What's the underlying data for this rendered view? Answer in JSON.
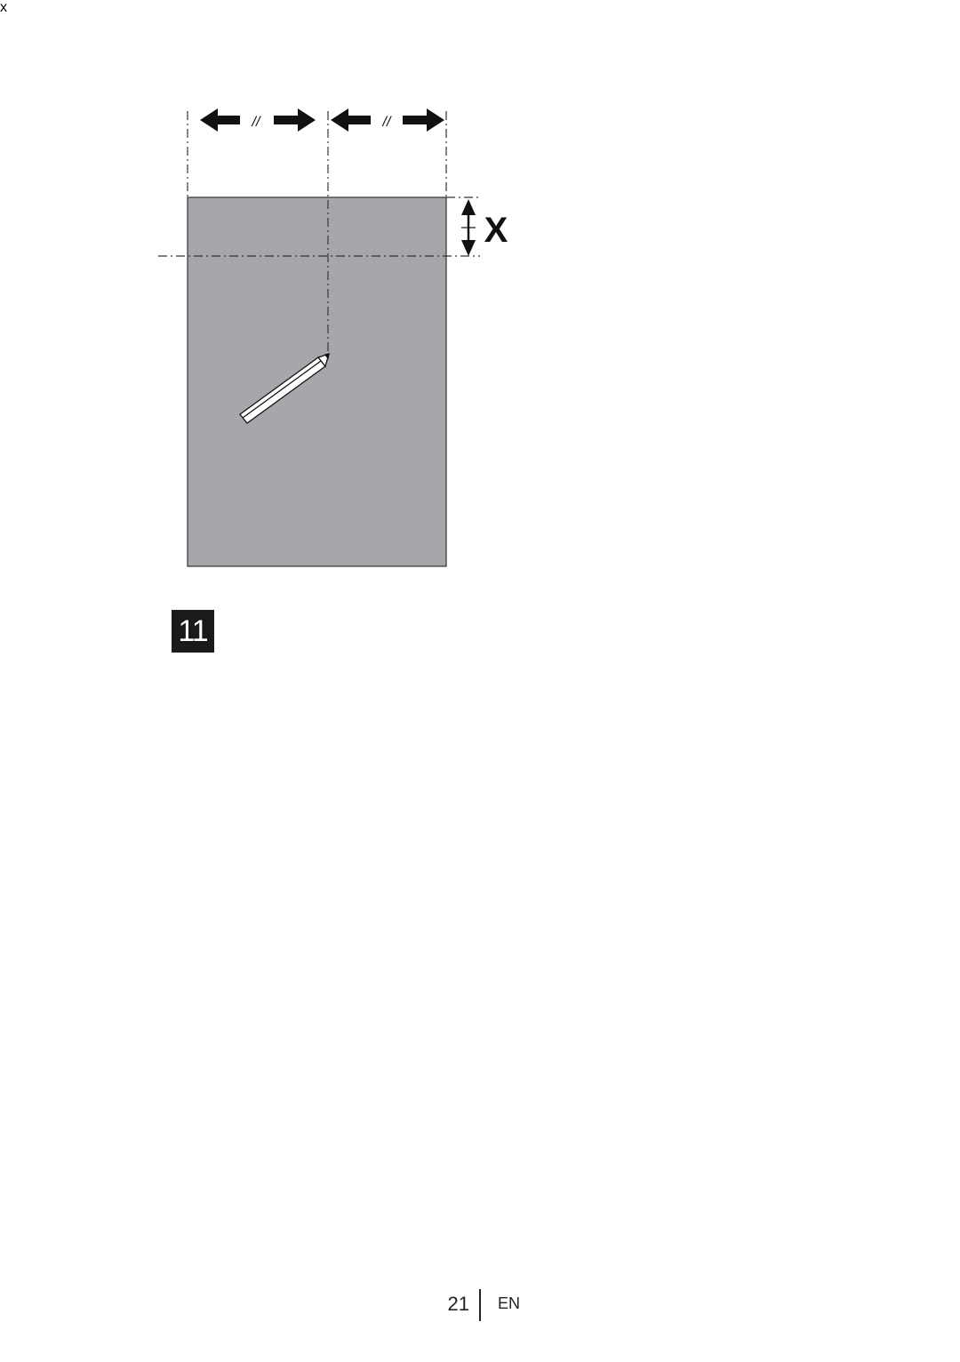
{
  "figure": {
    "dimension_label": "X",
    "dimension_label_small": "x",
    "equal_marks": [
      "//",
      "//"
    ]
  },
  "step": {
    "number": "11"
  },
  "footer": {
    "page_number": "21",
    "language": "EN"
  },
  "colors": {
    "panel": "#a6a7ab",
    "detail_light": "#d5d6d8",
    "ink": "#111111",
    "badge": "#1a1a1a"
  }
}
